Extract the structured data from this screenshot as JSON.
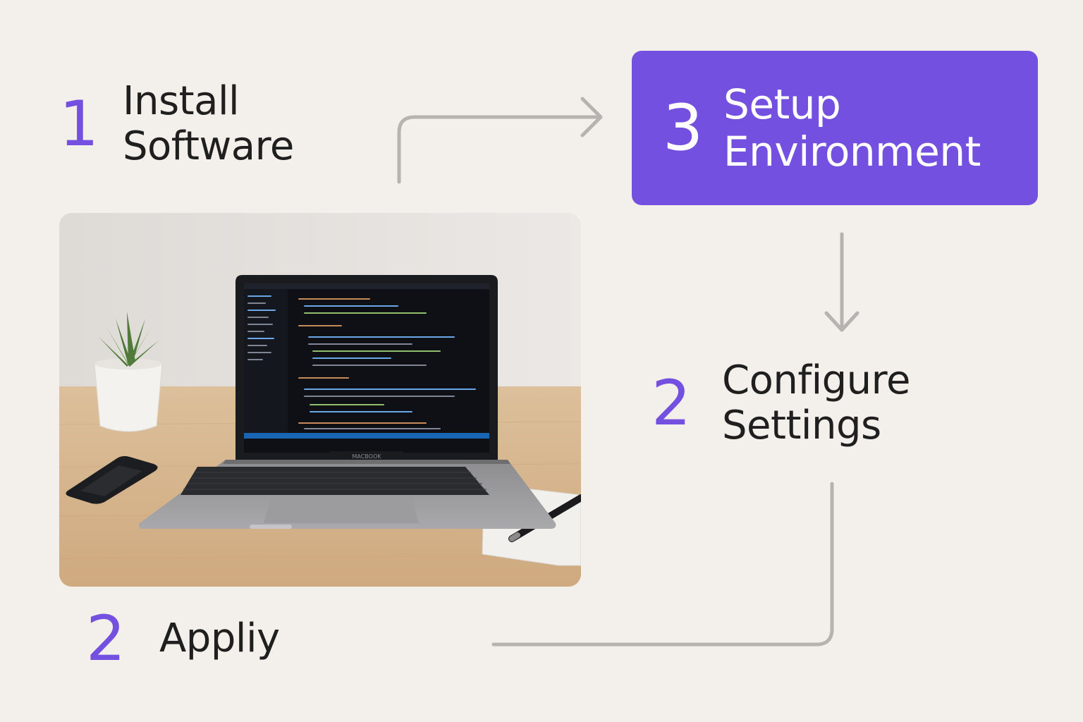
{
  "steps": [
    {
      "id": "install",
      "number": "1",
      "line1": "Install",
      "line2": "Software"
    },
    {
      "id": "setup",
      "number": "3",
      "line1": "Setup",
      "line2": "Environment",
      "highlighted": true
    },
    {
      "id": "configure",
      "number": "2",
      "line1": "Configure",
      "line2": "Settings"
    },
    {
      "id": "apply",
      "number": "2",
      "line1": "Appliy"
    }
  ],
  "colors": {
    "accent": "#7450e0",
    "background": "#f3efea",
    "text": "#1f1f1f",
    "connector": "#b7b3b0"
  },
  "photo": {
    "laptop_brand": "MACBOOK"
  }
}
